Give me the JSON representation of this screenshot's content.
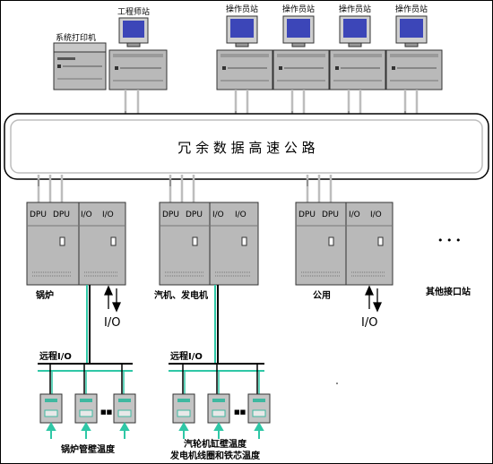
{
  "printer_label": "系统打印机",
  "engineer_station_label": "工程师站",
  "operator_stations": [
    "操作员站",
    "操作员站",
    "操作员站",
    "操作员站"
  ],
  "highway_label": "冗 余 数 据 高 速 公 路",
  "dpu_label": "DPU",
  "io_module_label": "I/O",
  "io_arrow_label": "I/O",
  "cabinet_groups": [
    {
      "label": "锅炉"
    },
    {
      "label": "汽机、发电机"
    },
    {
      "label": "公用"
    }
  ],
  "ellipsis_label": "• • •",
  "other_stations_label": "其他接口站",
  "remote_io_label": "远程I/O",
  "sensor_dots_label": "■■",
  "remote_groups": [
    {
      "caption_lines": [
        "锅炉管壁温度"
      ]
    },
    {
      "caption_lines": [
        "汽轮机缸壁温度",
        "发电机线圈和铁芯温度"
      ]
    }
  ],
  "colors": {
    "frame": "#000000",
    "cabinet": "#b9b9b9",
    "cabinet_dark": "#8a8a8a",
    "cable": "#bdbdbd",
    "signal": "#2fc7a6",
    "screen": "#3c46b8",
    "module_screen": "#3fb8a0"
  }
}
